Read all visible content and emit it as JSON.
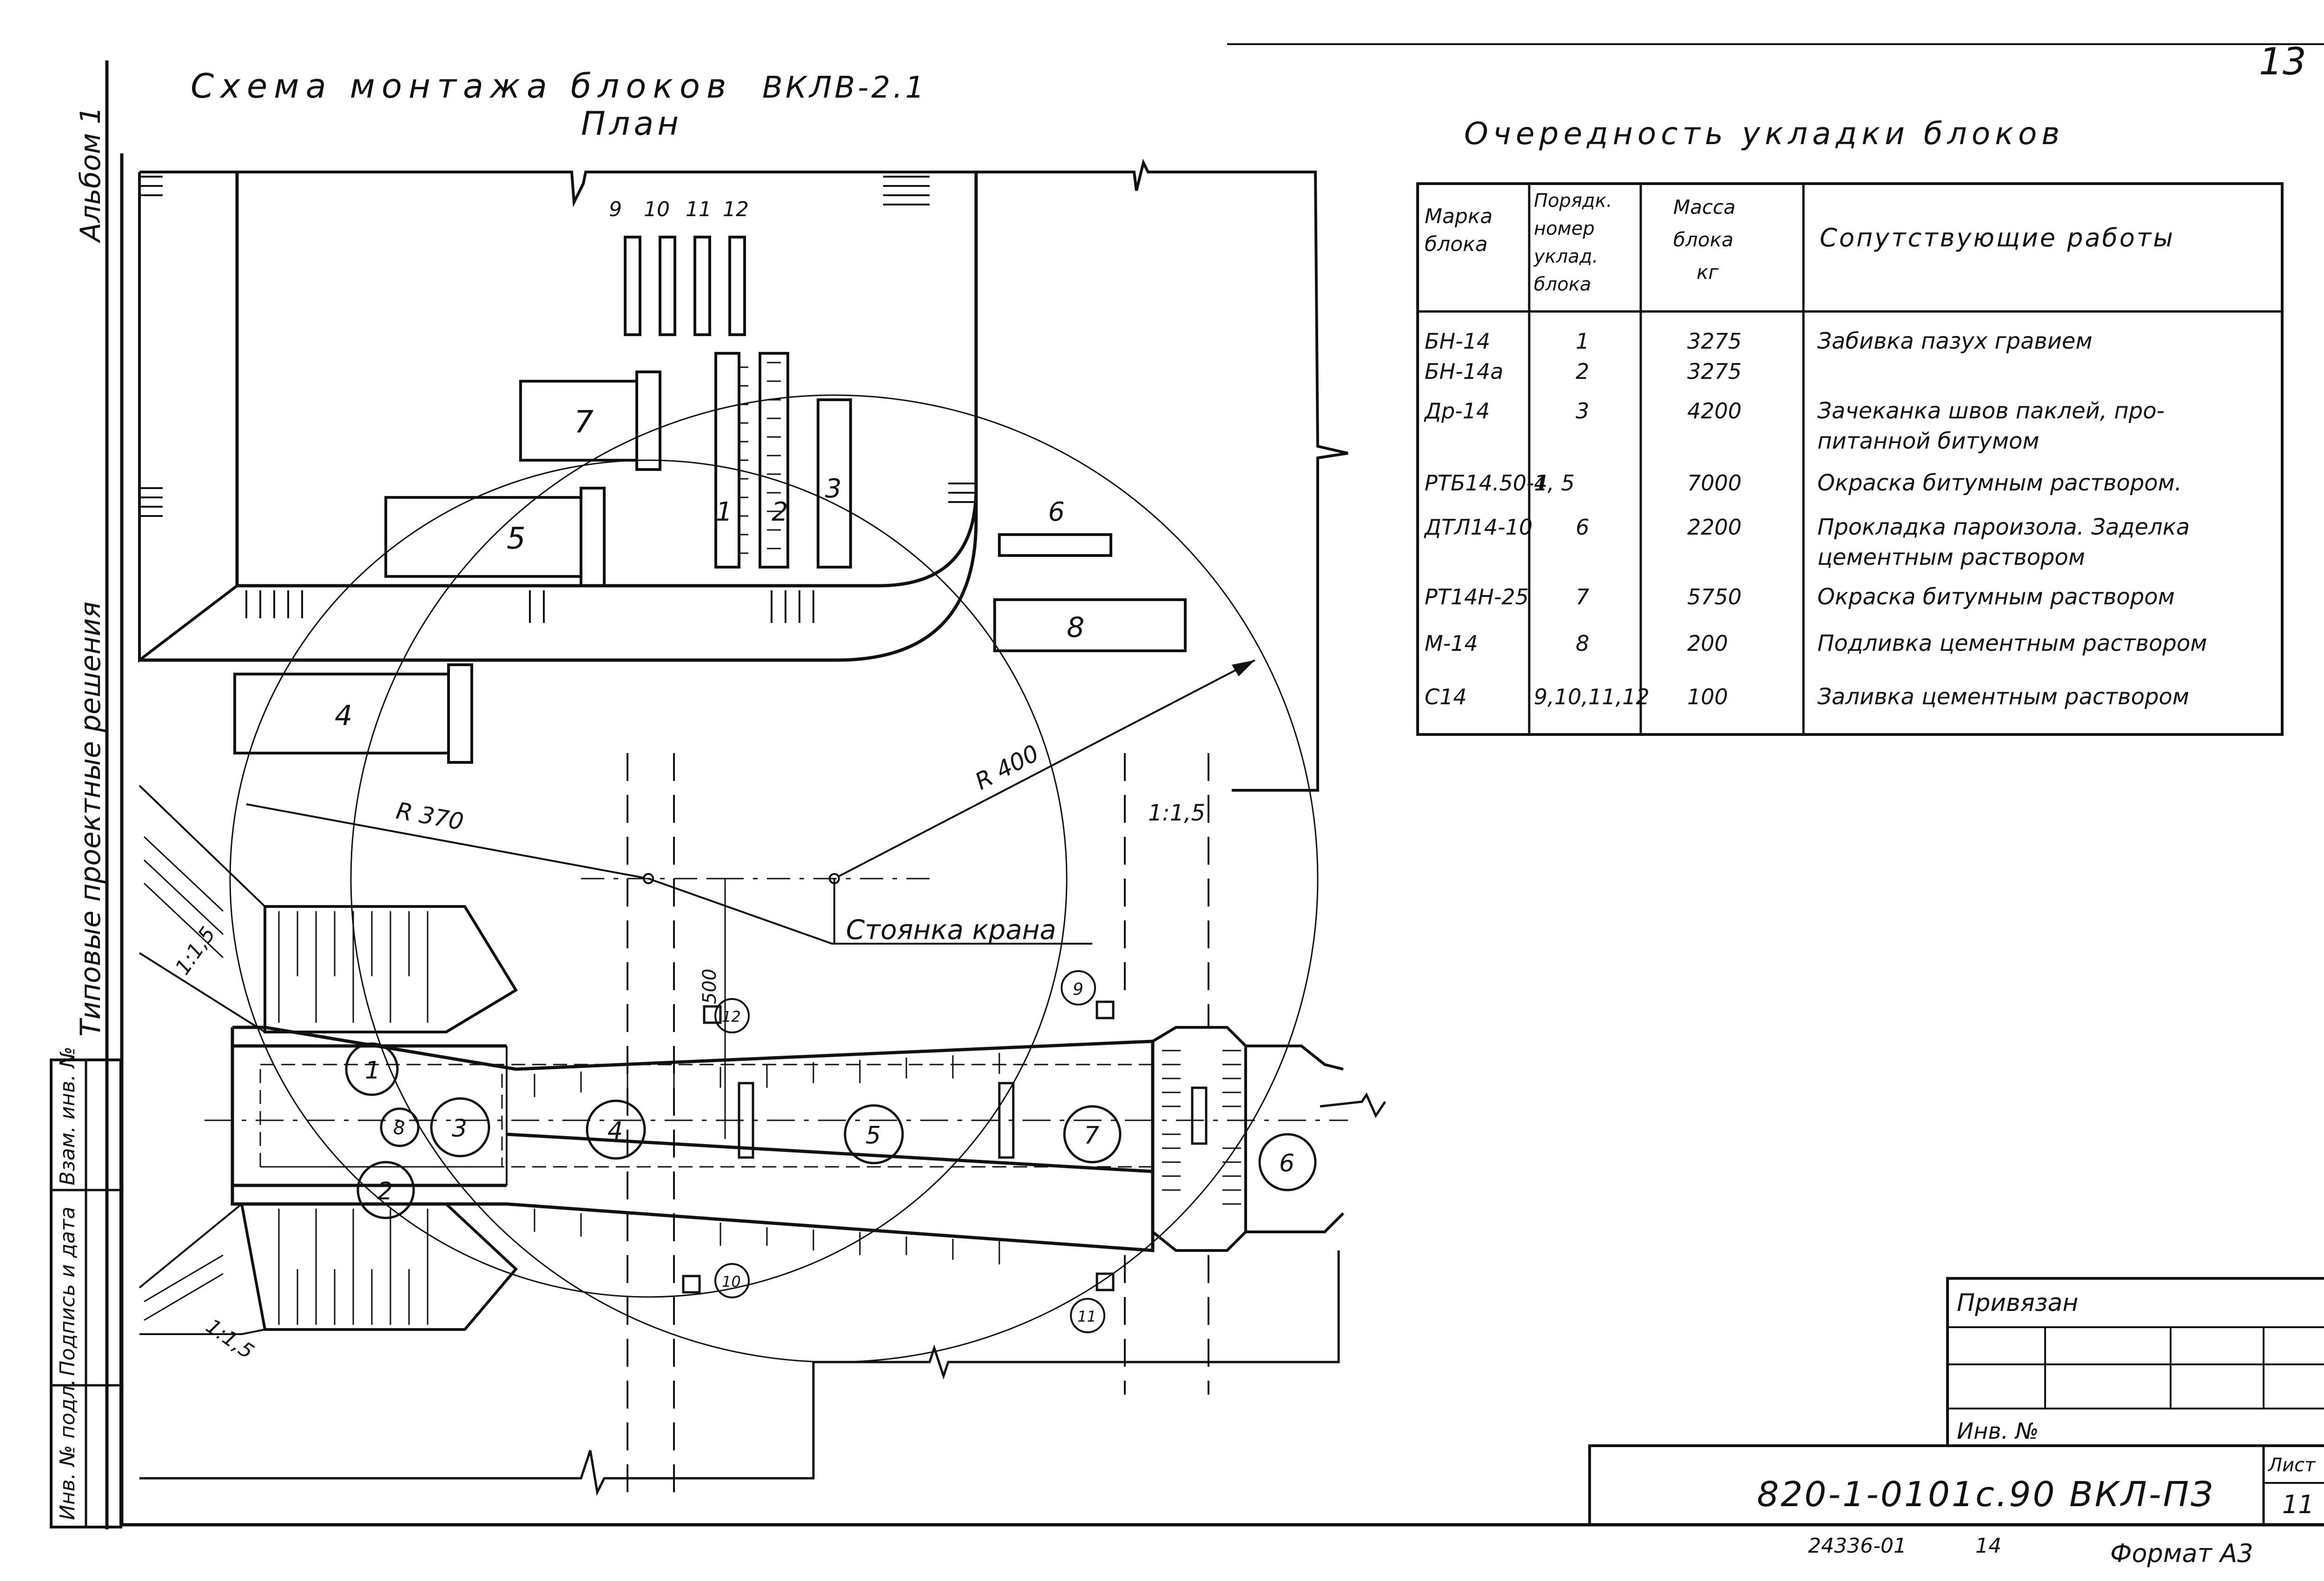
{
  "header": {
    "title": "Схема монтажа блоков",
    "code": "ВКЛВ-2.1",
    "subtitle": "План",
    "sheet_number_top": "13"
  },
  "side_labels": {
    "album": "Альбом 1",
    "series": "Типовые проектные решения",
    "stamp_inv_replace": "Взам. инв. №",
    "stamp_sign_date": "Подпись и дата",
    "stamp_inv_orig": "Инв. № подл."
  },
  "plan": {
    "block_labels": [
      "1",
      "2",
      "3",
      "4",
      "5",
      "6",
      "7",
      "8",
      "9",
      "10",
      "11",
      "12"
    ],
    "crane_radius_1": "R 370",
    "crane_radius_2": "R 400",
    "crane_position": "Стоянка крана",
    "dimension_500": "500",
    "slope_1": "1:1,5",
    "slope_2": "1:1,5",
    "slope_3": "1:1,5"
  },
  "table": {
    "title": "Очередность укладки блоков",
    "headers": [
      "Марка блока",
      "Порядк. номер уклад. блока",
      "Масса блока кг",
      "Сопутствующие работы"
    ],
    "rows": [
      {
        "mark": "БН-14",
        "order": "1",
        "mass": "3275",
        "work": "Забивка пазух гравием"
      },
      {
        "mark": "БН-14а",
        "order": "2",
        "mass": "3275",
        "work": ""
      },
      {
        "mark": "Др-14",
        "order": "3",
        "mass": "4200",
        "work": "Зачеканка швов паклей, про-"
      },
      {
        "mark": "",
        "order": "",
        "mass": "",
        "work": "питанной битумом"
      },
      {
        "mark": "РТБ14.50-1",
        "order": "4, 5",
        "mass": "7000",
        "work": "Окраска битумным раствором."
      },
      {
        "mark": "ДТЛ14-10",
        "order": "6",
        "mass": "2200",
        "work": "Прокладка пароизола. Заделка"
      },
      {
        "mark": "",
        "order": "",
        "mass": "",
        "work": "цементным раствором"
      },
      {
        "mark": "РТ14Н-25",
        "order": "7",
        "mass": "5750",
        "work": "Окраска битумным раствором"
      },
      {
        "mark": "М-14",
        "order": "8",
        "mass": "200",
        "work": "Подливка цементным раствором"
      },
      {
        "mark": "С14",
        "order": "9,10,11,12",
        "mass": "100",
        "work": "Заливка цементным раствором"
      }
    ]
  },
  "title_block": {
    "bound_label": "Привязан",
    "inv_label": "Инв. №",
    "doc_code": "820-1-0101с.90 ВКЛ-ПЗ",
    "sheet_label": "Лист",
    "sheet_value": "11",
    "bottom_code": "24336-01",
    "bottom_num": "14",
    "format": "Формат А3"
  }
}
